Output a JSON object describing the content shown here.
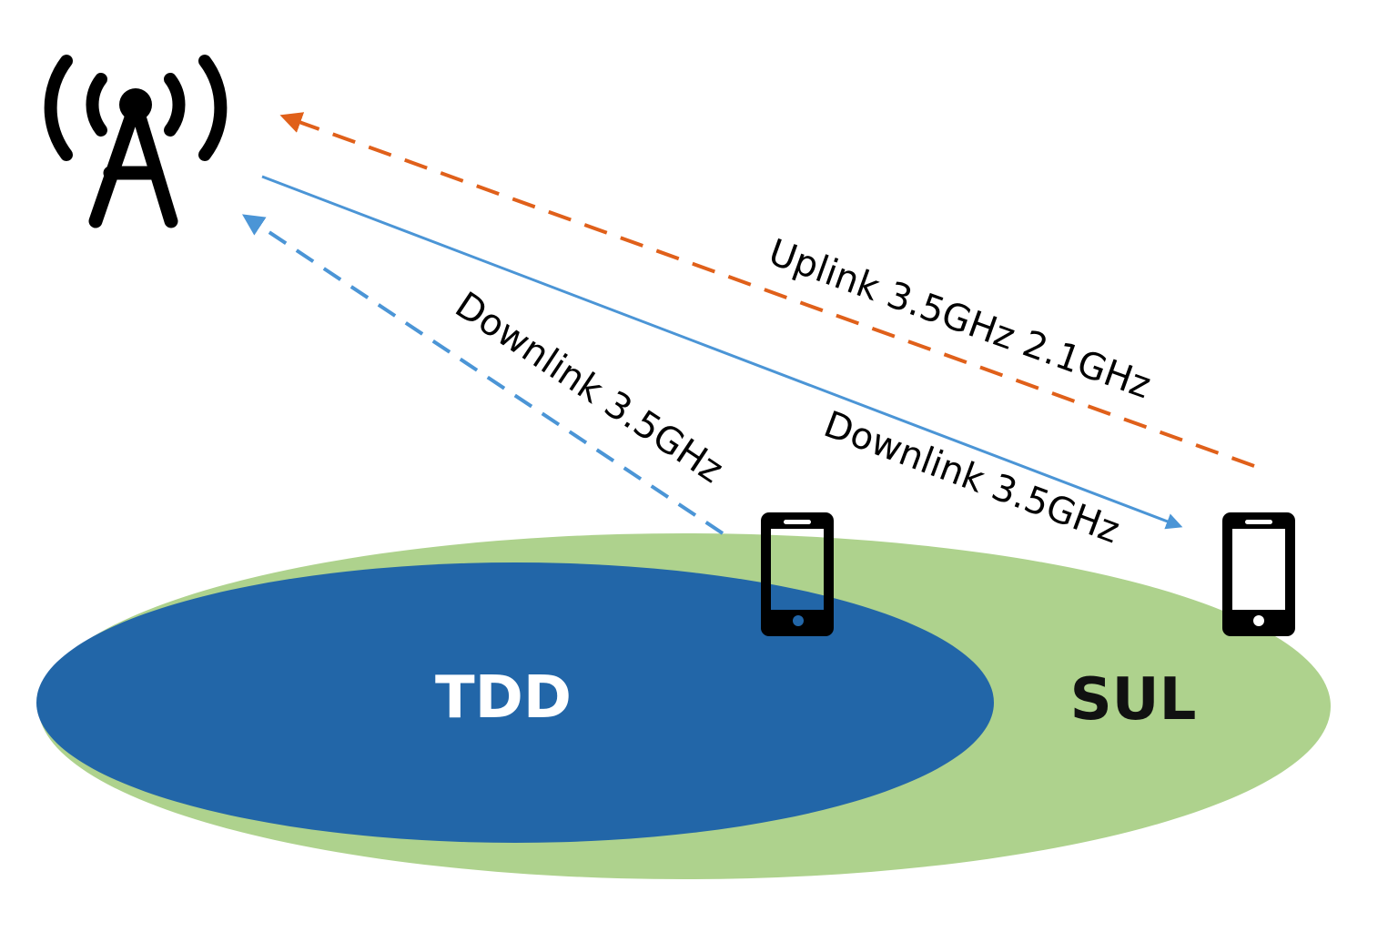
{
  "colors": {
    "background": "#ffffff",
    "sul_area": "#aed28d",
    "tdd_area": "#2266a8",
    "uplink_arrow": "#e0601a",
    "downlink_arrow": "#4b95d6",
    "tdd_label": "#ffffff",
    "sul_label": "#111111",
    "icon": "#000000",
    "phone_button_tdd": "#2266a8",
    "phone_button_sul": "#ffffff"
  },
  "icons": {
    "base_station": "cell-tower-icon",
    "phone_tdd": "smartphone-icon",
    "phone_sul": "smartphone-icon"
  },
  "labels": {
    "uplink": "Uplink 3.5GHz 2.1GHz",
    "downlink_tdd": "Downlink 3.5GHz",
    "downlink_sul": "Downlink 3.5GHz"
  },
  "areas": {
    "tdd": "TDD",
    "sul": "SUL"
  }
}
